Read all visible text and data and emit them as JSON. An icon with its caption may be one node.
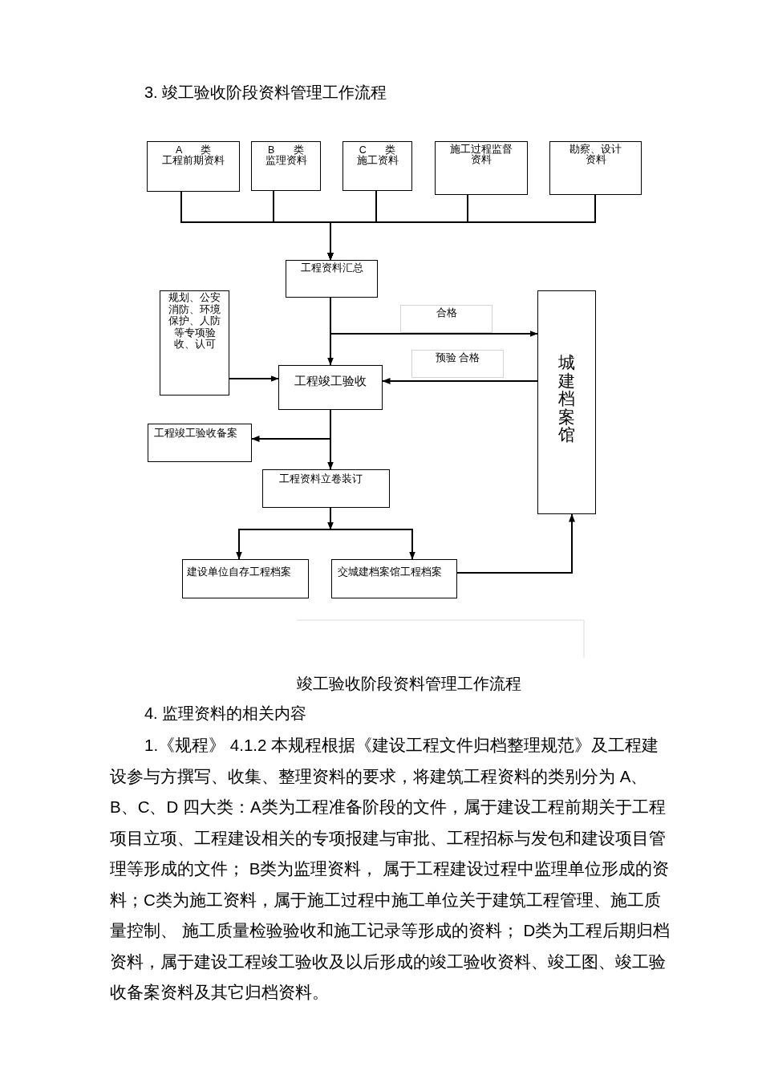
{
  "diagram": {
    "title": "3. 竣工验收阶段资料管理工作流程",
    "caption": "竣工验收阶段资料管理工作流程",
    "nodes": [
      {
        "text": [
          "A 类",
          "工程前期资料"
        ]
      },
      {
        "text": [
          "B 类",
          "监理资料"
        ]
      },
      {
        "text": [
          "C 类",
          "施工资料"
        ]
      },
      {
        "text": [
          "施工过程监督资料"
        ]
      },
      {
        "text": [
          "勘察、设计资料"
        ]
      },
      {
        "text": [
          "工程资料汇总"
        ]
      },
      {
        "text": [
          "规划、公安消防、环境保护、人防等专项验收、认可"
        ]
      },
      {
        "text": [
          "城建档案馆"
        ]
      },
      {
        "text": [
          "工程竣工验收"
        ]
      },
      {
        "text": [
          "工程竣工验收备案"
        ]
      },
      {
        "text": [
          "工程资料立卷装订"
        ]
      },
      {
        "text": [
          "建设单位自存工程档案"
        ]
      },
      {
        "text": [
          "交城建档案馆工程档案"
        ]
      }
    ],
    "edges": [
      {
        "from": 0,
        "to": 5,
        "arrow": "to"
      },
      {
        "from": 1,
        "to": 5,
        "arrow": "to"
      },
      {
        "from": 2,
        "to": 5,
        "arrow": "to"
      },
      {
        "from": 3,
        "to": 5,
        "arrow": "to"
      },
      {
        "from": 4,
        "to": 5,
        "arrow": "to"
      },
      {
        "from": 5,
        "to": 8,
        "arrow": "to"
      },
      {
        "from": 5,
        "to": 7,
        "arrow": "to",
        "label": "合格"
      },
      {
        "from": 7,
        "to": 8,
        "arrow": "to",
        "label": "预验 合格"
      },
      {
        "from": 6,
        "to": 8,
        "arrow": "to"
      },
      {
        "from": 8,
        "to": 9,
        "arrow": "to"
      },
      {
        "from": 8,
        "to": 10,
        "arrow": "to"
      },
      {
        "from": 10,
        "to": 11,
        "arrow": "to"
      },
      {
        "from": 10,
        "to": 12,
        "arrow": "to"
      },
      {
        "from": 12,
        "to": 7,
        "arrow": "to"
      }
    ],
    "labels": [
      "4. 监理资料的相关内容",
      "1.《规程》 4.1.2 本规程根据《建设工程文件归档整理规范》及工程建设参与方撰写、收集、整理资料的要求，将建筑工程资料的类别分为 A、B、C、D 四大类：A类为工程准备阶段的文件，属于建设工程前期关于工程项目立项、工程建设相关的专项报建与审批、工程招标与发包和建设项目管理等形成的文件； B类为监理资料， 属于工程建设过程中监理单位形成的资料；C类为施工资料，属于施工过程中施工单位关于建筑工程管理、施工质量控制、 施工质量检验验收和施工记录等形成的资料； D类为工程后期归档资料，属于建设工程竣工验收及以后形成的竣工验收资料、竣工图、竣工验收备案资料及其它归档资料。"
    ]
  }
}
